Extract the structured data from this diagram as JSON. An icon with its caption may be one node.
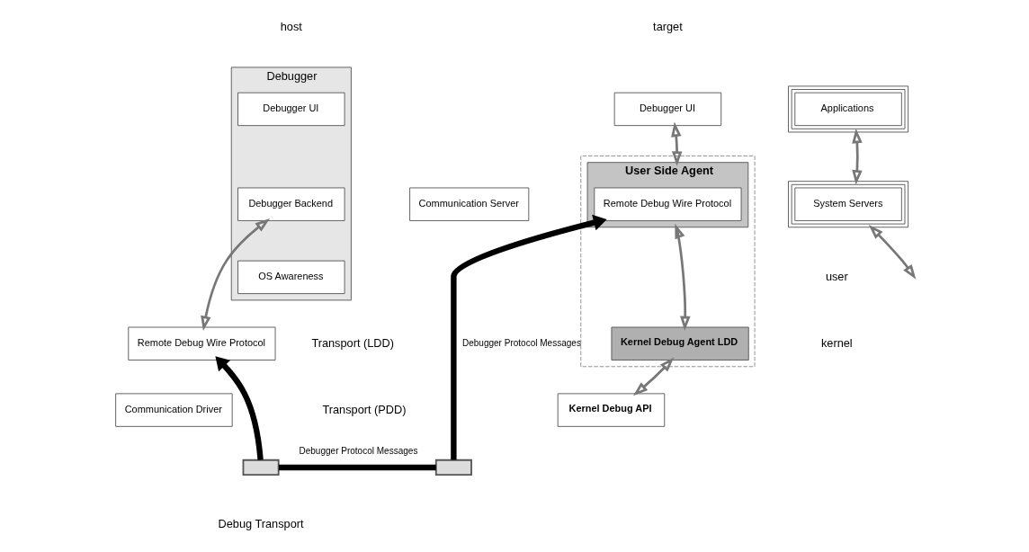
{
  "diagram": {
    "nodes": [
      {
        "text": [
          "Debugger"
        ]
      },
      {
        "text": [
          "Debugger UI"
        ],
        "in": 0
      },
      {
        "text": [
          "Debugger Backend"
        ],
        "in": 0
      },
      {
        "text": [
          "OS Awareness"
        ],
        "in": 0
      },
      {
        "text": [
          "Remote Debug Wire Protocol"
        ]
      },
      {
        "text": [
          "Communication Driver"
        ]
      },
      {
        "text": [
          "Debugger UI"
        ]
      },
      {
        "text": [],
        "shape": "box"
      },
      {
        "text": [
          "User Side Agent"
        ],
        "in": 7
      },
      {
        "text": [
          "Remote Debug Wire Protocol"
        ],
        "in": 8
      },
      {
        "text": [
          "Kernel Debug Agent LDD"
        ],
        "in": 7
      },
      {
        "text": [
          "Kernel Debug API"
        ]
      },
      {
        "text": [
          "Communication Server"
        ]
      },
      {
        "text": [
          "Applications"
        ]
      },
      {
        "text": [
          "System Servers"
        ]
      },
      {
        "text": [],
        "shape": "box"
      },
      {
        "text": [],
        "shape": "box"
      }
    ],
    "edges": [
      {
        "from": 2,
        "to": 4,
        "arrow": "both"
      },
      {
        "from": 15,
        "to": 4,
        "arrow": "to",
        "style": "thick",
        "color": "#000000"
      },
      {
        "from": 15,
        "to": 16,
        "arrow": "none",
        "label": "Debugger Protocol Messages",
        "style": "thick",
        "color": "#000000"
      },
      {
        "from": 16,
        "to": 9,
        "arrow": "to",
        "label": "Debugger Protocol Messages",
        "style": "thick",
        "color": "#000000"
      },
      {
        "from": 6,
        "to": 8,
        "arrow": "both"
      },
      {
        "from": 8,
        "to": 10,
        "arrow": "both"
      },
      {
        "from": 10,
        "to": 11,
        "arrow": "both"
      },
      {
        "from": 13,
        "to": 14,
        "arrow": "both"
      },
      {
        "from": 14,
        "to": null,
        "arrow": "both"
      }
    ],
    "labels": [
      "host",
      "target",
      "user",
      "kernel",
      "Transport (LDD)",
      "Transport (PDD)",
      "Debug Transport"
    ]
  }
}
